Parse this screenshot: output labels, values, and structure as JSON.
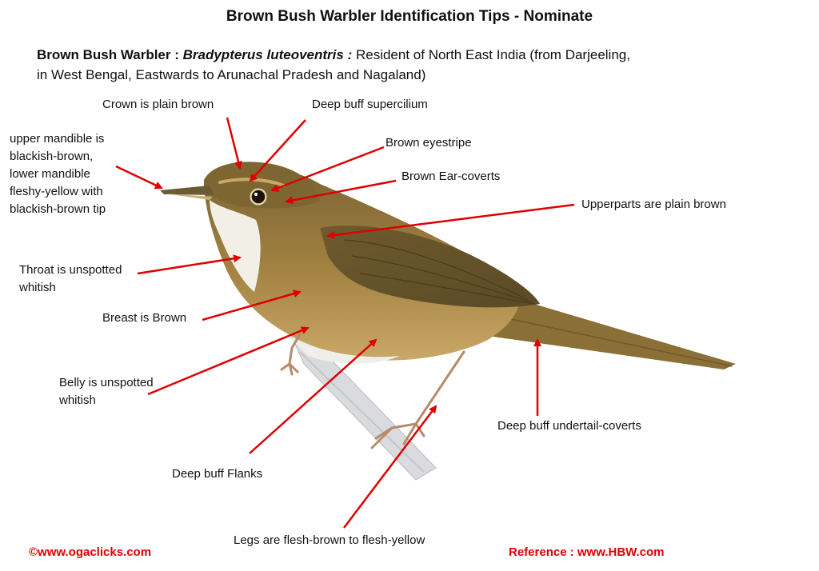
{
  "title": "Brown Bush Warbler  Identification Tips - Nominate",
  "subtitle": {
    "common_name": "Brown Bush Warbler :",
    "scientific_name": "Bradypterus luteoventris :",
    "line1_rest": "Resident of  North East India (from Darjeeling,",
    "line2": "in West Bengal, Eastwards to Arunachal Pradesh and Nagaland)"
  },
  "labels": {
    "crown": "Crown is plain brown",
    "supercilium": "Deep buff supercilium",
    "eyestripe": "Brown eyestripe",
    "ear_coverts": "Brown Ear-coverts",
    "upperparts": "Upperparts are plain brown",
    "mandible": [
      "upper mandible is",
      "blackish-brown,",
      "lower mandible",
      "fleshy-yellow with",
      "blackish-brown tip"
    ],
    "throat": [
      "Throat is unspotted",
      "whitish"
    ],
    "breast": "Breast is Brown",
    "belly": [
      "Belly  is unspotted",
      "whitish"
    ],
    "flanks": "Deep buff  Flanks",
    "undertail": "Deep buff undertail-coverts",
    "legs": "Legs are flesh-brown to flesh-yellow"
  },
  "footer": {
    "copyright": "©www.ogaclicks.com",
    "reference": "Reference : www.HBW.com"
  },
  "colors": {
    "arrow": "#e00000",
    "bird_upper": "#7d6530",
    "bird_under": "#b08a45",
    "throat": "#f2f0e8",
    "perch": "#dcdde0"
  }
}
